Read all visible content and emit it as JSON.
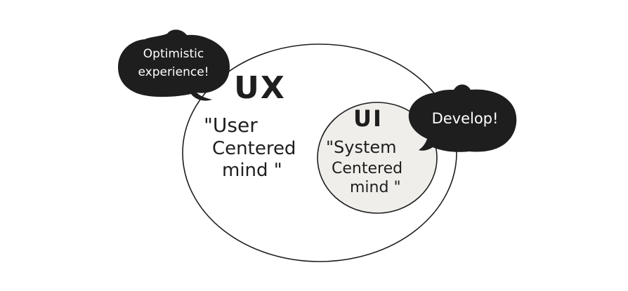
{
  "diagram": {
    "outer_circle": {
      "label": "UX",
      "caption_lines": [
        "\"User",
        "Centered",
        "mind \""
      ]
    },
    "inner_circle": {
      "label": "UI",
      "caption_lines": [
        "\"System",
        "Centered",
        "mind \""
      ]
    },
    "speech_bubbles": [
      {
        "lines": [
          "Optimistic",
          "experience!"
        ]
      },
      {
        "lines": [
          "Develop!"
        ]
      }
    ],
    "colors": {
      "background": "#ffffff",
      "outer_fill": "#ffffff",
      "inner_fill": "#efeeea",
      "stroke": "#1e1e1e",
      "bubble_fill": "#1e1e1e",
      "bubble_text": "#ffffff"
    }
  }
}
